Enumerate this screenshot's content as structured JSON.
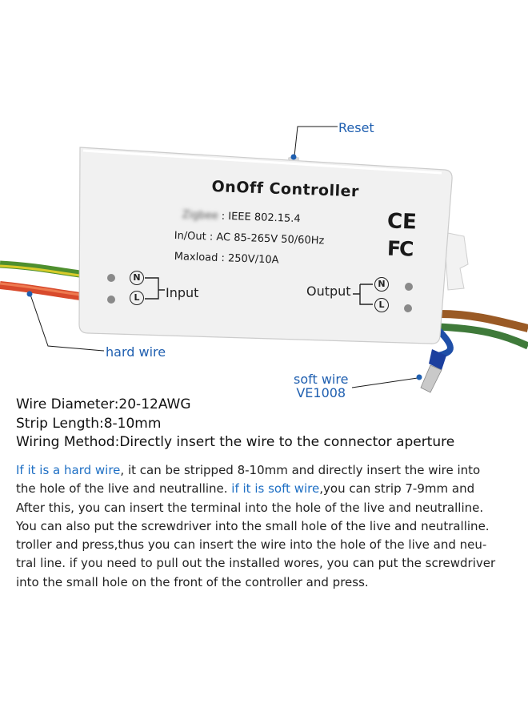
{
  "device": {
    "title": "OnOff Controller",
    "spec1_blurred": "Zigbee",
    "spec1_value": ": IEEE 802.15.4",
    "spec2": "In/Out : AC 85-265V 50/60Hz",
    "spec3": "Maxload : 250V/10A",
    "ce_mark": "CE",
    "fc_mark": "FC",
    "input_label": "Input",
    "output_label": "Output",
    "letter_n": "N",
    "letter_l": "L"
  },
  "callouts": {
    "reset": "Reset",
    "hard_wire": "hard wire",
    "soft_wire_line1": "soft wire",
    "soft_wire_line2": "VE1008"
  },
  "specs": {
    "wire_diameter": "Wire Diameter:20-12AWG",
    "strip_length": "Strip Length:8-10mm",
    "wiring_method": "Wiring Method:Directly insert the wire to the connector aperture"
  },
  "description": {
    "l1_hl": "If it is a hard wire",
    "l1_rest": ", it can be stripped 8-10mm and directly insert the wire into",
    "l2_pre": "the hole of the live and neutralline. ",
    "l2_hl": "if it is soft wire",
    "l2_post": ",you can strip 7-9mm and",
    "l3": "After this, you can insert the terminal into the hole of the live and neutralline.",
    "l4": "You can also put the screwdriver into the small hole of the live and neutralline.",
    "l5": "troller and press,thus you can insert the wire into the hole of the live and neu-",
    "l6": "tral line. if you need to pull out the installed wores, you can put the screwdriver",
    "l7": "into the small hole on the front of the controller and press."
  },
  "colors": {
    "callout_blue": "#1f5fb0",
    "highlight_blue": "#1e6fc4"
  }
}
